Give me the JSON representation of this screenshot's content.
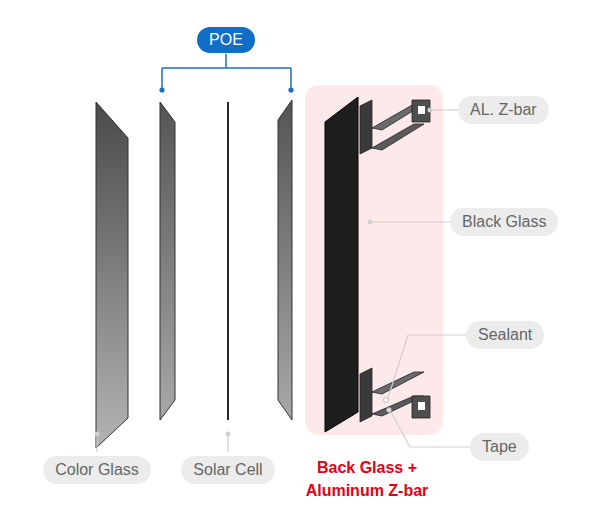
{
  "diagram": {
    "nodes": [
      {
        "text": [
          "POE"
        ]
      },
      {
        "text": [
          "AL. Z-bar"
        ]
      },
      {
        "text": [
          "Black Glass"
        ]
      },
      {
        "text": [
          "Sealant"
        ]
      },
      {
        "text": [
          "Tape"
        ]
      },
      {
        "text": [
          "Color Glass"
        ]
      },
      {
        "text": [
          "Solar Cell"
        ]
      }
    ],
    "labels": [
      "Back Glass + Aluminum Z-bar"
    ]
  }
}
